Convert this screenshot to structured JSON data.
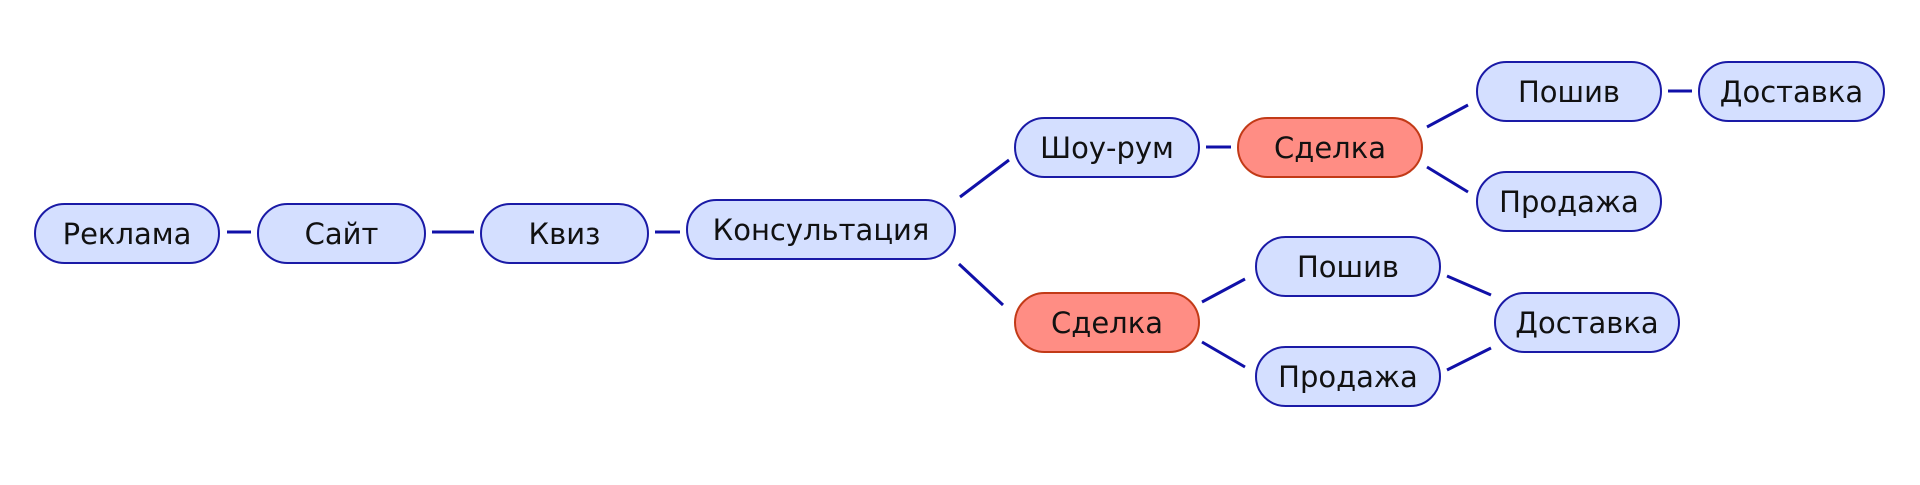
{
  "colors": {
    "node_fill": "#d4dfff",
    "node_stroke": "#1a1aa6",
    "deal_fill": "#ff8d84",
    "deal_stroke": "#c23a17",
    "edge": "#1010a8"
  },
  "nodes": {
    "ad": "Реклама",
    "site": "Сайт",
    "quiz": "Квиз",
    "consult": "Консультация",
    "showroom": "Шоу-рум",
    "deal1": "Сделка",
    "sew1": "Пошив",
    "delivery1": "Доставка",
    "sale1": "Продажа",
    "deal2": "Сделка",
    "sew2": "Пошив",
    "sale2": "Продажа",
    "delivery2": "Доставка"
  },
  "edges": [
    [
      "ad",
      "site"
    ],
    [
      "site",
      "quiz"
    ],
    [
      "quiz",
      "consult"
    ],
    [
      "consult",
      "showroom"
    ],
    [
      "consult",
      "deal2"
    ],
    [
      "showroom",
      "deal1"
    ],
    [
      "deal1",
      "sew1"
    ],
    [
      "deal1",
      "sale1"
    ],
    [
      "sew1",
      "delivery1"
    ],
    [
      "deal2",
      "sew2"
    ],
    [
      "deal2",
      "sale2"
    ],
    [
      "sew2",
      "delivery2"
    ],
    [
      "sale2",
      "delivery2"
    ]
  ]
}
